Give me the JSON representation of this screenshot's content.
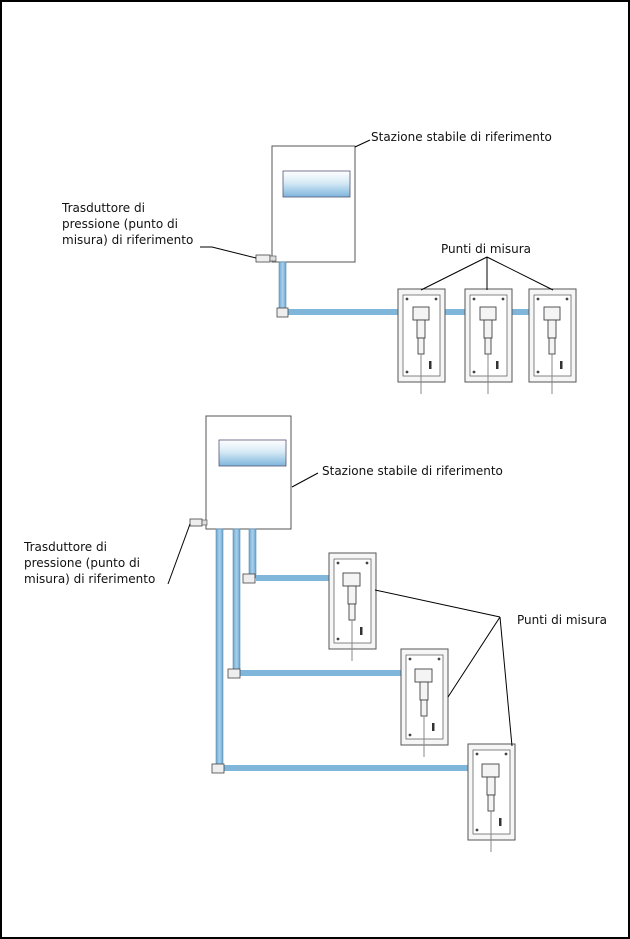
{
  "diagram": {
    "top": {
      "station_label": "Stazione stabile di riferimento",
      "transducer_label": [
        "Trasduttore di",
        "pressione (punto di",
        "misura) di riferimento"
      ],
      "points_label": "Punti di misura"
    },
    "bottom": {
      "station_label": "Stazione stabile di riferimento",
      "transducer_label": [
        "Trasduttore di",
        "pressione (punto di",
        "misura) di riferimento"
      ],
      "points_label": "Punti di misura"
    },
    "colors": {
      "pipe": "#7fb6da",
      "display_gradient_top": "#ffffff",
      "display_gradient_bottom": "#7db5dc",
      "frame": "#000000"
    }
  }
}
